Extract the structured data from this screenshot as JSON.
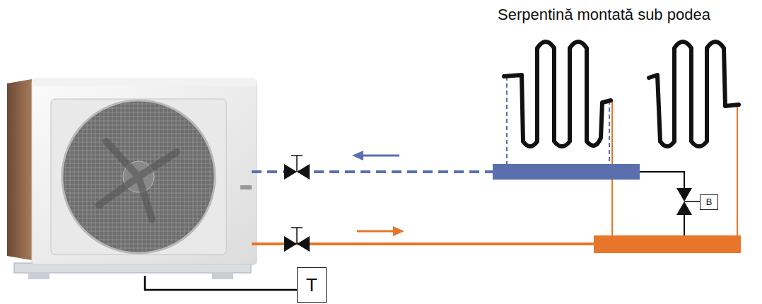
{
  "diagram": {
    "nodes": [
      {
        "text": [
          "B"
        ]
      },
      {
        "text": [
          "T"
        ]
      }
    ],
    "labels": [
      "Serpentină montată sub podea"
    ]
  }
}
